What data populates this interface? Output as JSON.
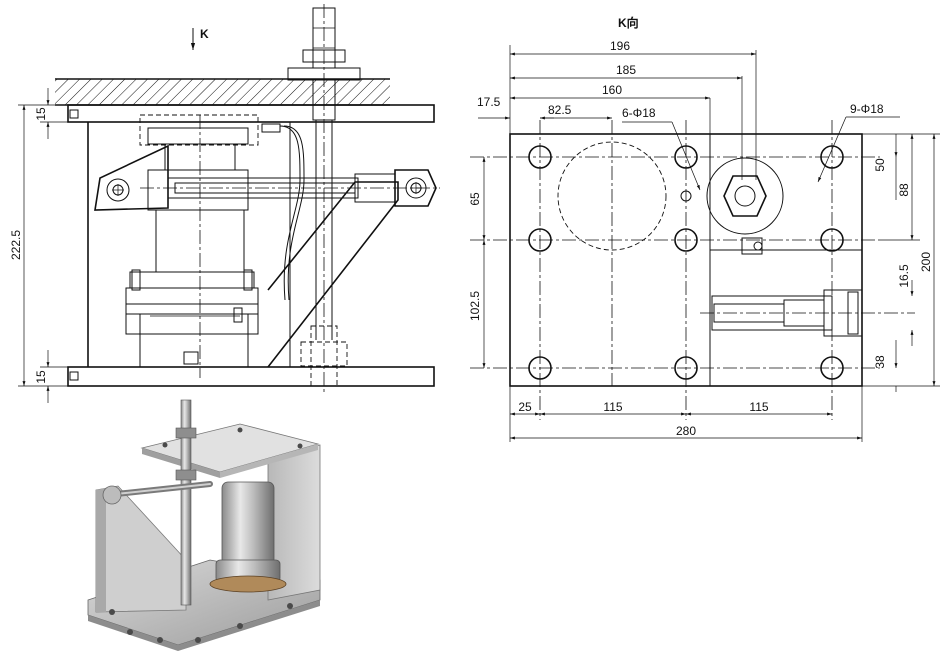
{
  "labels": {
    "k_arrow": "K",
    "k_view_title": "K向"
  },
  "side_view_dims": {
    "d_top_15": "15",
    "d_total_222_5": "222.5",
    "d_bottom_15": "15"
  },
  "k_view_dims": {
    "d_196": "196",
    "d_185": "185",
    "d_160": "160",
    "d_17_5": "17.5",
    "d_82_5": "82.5",
    "holes_6": "6-Φ18",
    "holes_9": "9-Φ18",
    "d_65": "65",
    "d_102_5": "102.5",
    "d_50": "50",
    "d_88": "88",
    "d_200": "200",
    "d_16_5": "16.5",
    "d_38": "38",
    "d_25": "25",
    "d_115_a": "115",
    "d_115_b": "115",
    "d_280": "280"
  }
}
